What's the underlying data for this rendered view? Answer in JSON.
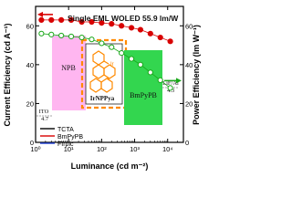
{
  "chart_data": {
    "type": "scatter",
    "title": "Single EML WOLED 55.9 lm/W",
    "xlabel": "Luminance (cd m⁻²)",
    "ylabel": "Current Efficiency (cd A⁻¹)",
    "y2label": "Power Efficiency (lm W⁻¹)",
    "x_scale": "log",
    "xlim": [
      1,
      30000
    ],
    "ylim": [
      0,
      70
    ],
    "y2lim": [
      0,
      70
    ],
    "x_ticks": [
      {
        "value": 1,
        "label": "10⁰"
      },
      {
        "value": 10,
        "label": "10¹"
      },
      {
        "value": 100,
        "label": "10²"
      },
      {
        "value": 1000,
        "label": "10³"
      },
      {
        "value": 10000,
        "label": "10⁴"
      }
    ],
    "y_ticks": [
      0,
      20,
      40,
      60
    ],
    "y2_ticks": [
      0,
      20,
      40,
      60
    ],
    "series": [
      {
        "axis": "left",
        "color": "#d80000",
        "marker": "filled-circle",
        "x": [
          1.5,
          3,
          6,
          12,
          25,
          50,
          100,
          200,
          400,
          800,
          1500,
          3000,
          6000,
          12000
        ],
        "y": [
          63,
          63,
          63,
          63,
          62,
          62,
          61.5,
          61,
          60,
          59,
          58,
          56,
          54,
          52
        ]
      },
      {
        "axis": "right",
        "color": "#1aa81a",
        "marker": "open-circle",
        "x": [
          1.5,
          3,
          6,
          12,
          25,
          50,
          100,
          200,
          400,
          800,
          1500,
          3000,
          6000,
          12000
        ],
        "y": [
          56,
          55.5,
          55,
          54.5,
          54,
          53,
          51,
          49,
          46,
          43,
          40,
          36,
          32,
          28
        ]
      }
    ],
    "legend": [
      "TCTA",
      "BmPyPB",
      "FIrpic"
    ],
    "legend_position": "bottom-left",
    "inset": {
      "ito_label": "ITO",
      "ito_energy": "4.7",
      "npb_label": "NPB",
      "emitter_label": "IrNPPya",
      "etl_label": "BmPyPB",
      "cathode_label": "LiF/Al",
      "cathode_energy": "4.3"
    }
  },
  "colors": {
    "current_efficiency": "#d80000",
    "power_efficiency": "#1aa81a",
    "npb_fill": "#ffb6f0",
    "etl_fill": "#33d64f",
    "emitter_dashes": "#ff8a00",
    "legend_blue": "#1f3fd6"
  }
}
